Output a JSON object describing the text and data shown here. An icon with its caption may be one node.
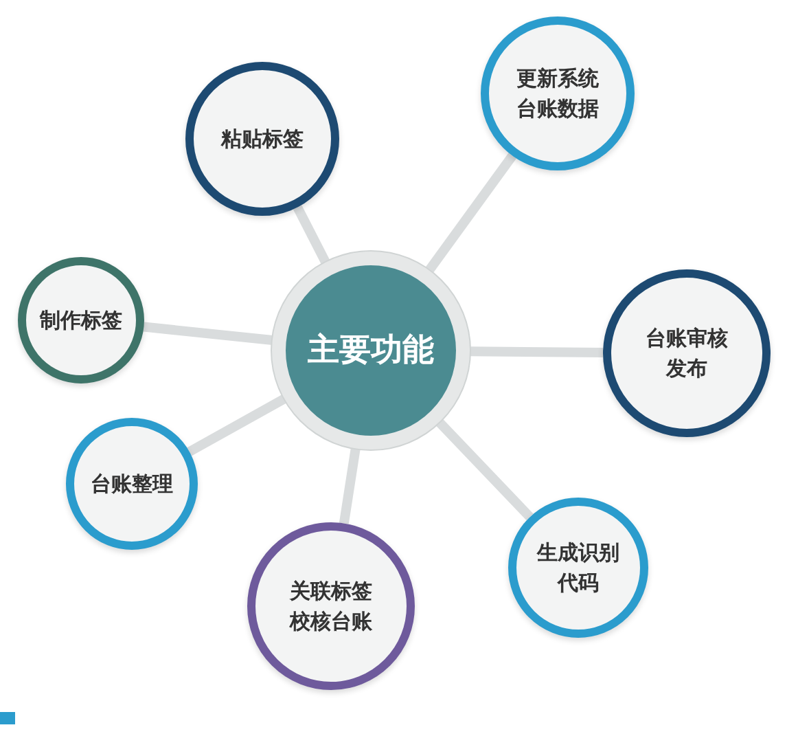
{
  "diagram": {
    "nodes": [
      {
        "text": [
          "主要功能"
        ]
      },
      {
        "text": [
          "粘贴标签"
        ]
      },
      {
        "text": [
          "更新系统台账数据"
        ]
      },
      {
        "text": [
          "制作标签"
        ]
      },
      {
        "text": [
          "台账审核发布"
        ]
      },
      {
        "text": [
          "台账整理"
        ]
      },
      {
        "text": [
          "生成识别代码"
        ]
      },
      {
        "text": [
          "关联标签校核台账"
        ]
      }
    ],
    "edges": [
      {
        "from": 0,
        "to": 1,
        "arrow": "none"
      },
      {
        "from": 0,
        "to": 2,
        "arrow": "none"
      },
      {
        "from": 0,
        "to": 3,
        "arrow": "none"
      },
      {
        "from": 0,
        "to": 4,
        "arrow": "none"
      },
      {
        "from": 0,
        "to": 5,
        "arrow": "none"
      },
      {
        "from": 0,
        "to": 6,
        "arrow": "none"
      },
      {
        "from": 0,
        "to": 7,
        "arrow": "none"
      }
    ]
  }
}
